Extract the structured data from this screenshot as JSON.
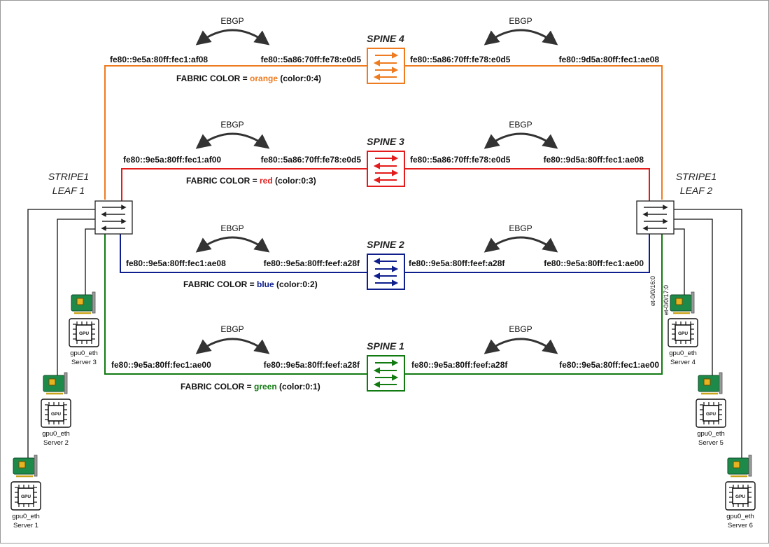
{
  "colors": {
    "orange": "#ee7b1f",
    "red": "#e31b1b",
    "blue": "#0e1e8c",
    "green": "#117a11",
    "black": "#111111"
  },
  "ebgp_label": "EBGP",
  "fabric_prefix": "FABRIC COLOR = ",
  "spines": [
    {
      "title": "SPINE 4",
      "color_name": "orange",
      "color_code": "(color:0:4)",
      "left_leaf_addr": "fe80::9e5a:80ff:fec1:af08",
      "left_spine_addr": "fe80::5a86:70ff:fe78:e0d5",
      "right_spine_addr": "fe80::5a86:70ff:fe78:e0d5",
      "right_leaf_addr": "fe80::9d5a:80ff:fec1:ae08"
    },
    {
      "title": "SPINE 3",
      "color_name": "red",
      "color_code": "(color:0:3)",
      "left_leaf_addr": "fe80::9e5a:80ff:fec1:af00",
      "left_spine_addr": "fe80::5a86:70ff:fe78:e0d5",
      "right_spine_addr": "fe80::5a86:70ff:fe78:e0d5",
      "right_leaf_addr": "fe80::9d5a:80ff:fec1:ae08"
    },
    {
      "title": "SPINE 2",
      "color_name": "blue",
      "color_code": "(color:0:2)",
      "left_leaf_addr": "fe80::9e5a:80ff:fec1:ae08",
      "left_spine_addr": "fe80::9e5a:80ff:feef:a28f",
      "right_spine_addr": "fe80::9e5a:80ff:feef:a28f",
      "right_leaf_addr": "fe80::9e5a:80ff:fec1:ae00"
    },
    {
      "title": "SPINE 1",
      "color_name": "green",
      "color_code": "(color:0:1)",
      "left_leaf_addr": "fe80::9e5a:80ff:fec1:ae00",
      "left_spine_addr": "fe80::9e5a:80ff:feef:a28f",
      "right_spine_addr": "fe80::9e5a:80ff:feef:a28f",
      "right_leaf_addr": "fe80::9e5a:80ff:fec1:ae00"
    }
  ],
  "leaves": [
    {
      "line1": "STRIPE1",
      "line2": "LEAF 1"
    },
    {
      "line1": "STRIPE1",
      "line2": "LEAF 2"
    }
  ],
  "leaf2_ports": [
    "et-0/0/16:0",
    "et-0/0/17:0"
  ],
  "gpu_chip_label": "GPU",
  "servers": [
    {
      "nic": "gpu0_eth",
      "name": "Server 1"
    },
    {
      "nic": "gpu0_eth",
      "name": "Server 2"
    },
    {
      "nic": "gpu0_eth",
      "name": "Server 3"
    },
    {
      "nic": "gpu0_eth",
      "name": "Server 4"
    },
    {
      "nic": "gpu0_eth",
      "name": "Server 5"
    },
    {
      "nic": "gpu0_eth",
      "name": "Server 6"
    }
  ]
}
